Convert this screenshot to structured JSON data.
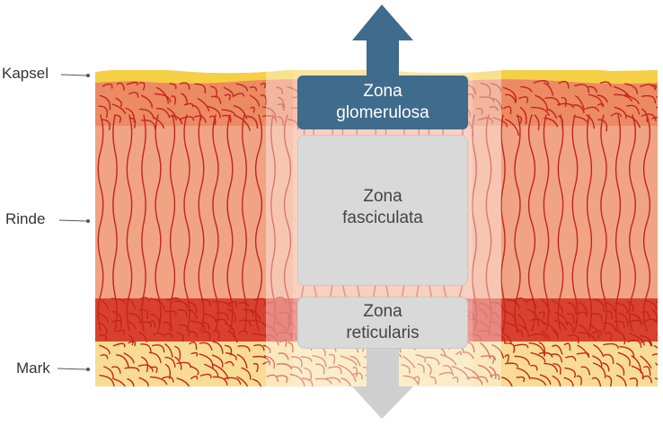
{
  "labels": {
    "capsule": "Kapsel",
    "cortex": "Rinde",
    "medulla": "Mark"
  },
  "zones": {
    "glomerulosa": {
      "line1": "Zona",
      "line2": "glomerulosa"
    },
    "fasciculata": {
      "line1": "Zona",
      "line2": "fasciculata"
    },
    "reticularis": {
      "line1": "Zona",
      "line2": "reticularis"
    }
  },
  "colors": {
    "capsule": "#f5cf45",
    "glomerulosa_layer": "#eb8a63",
    "fasciculata_layer": "#f0a483",
    "reticularis_layer": "#d8412f",
    "medulla_layer": "#f8dc94",
    "vessel_lines": "#c4241c",
    "glomerulosa_box": "#3f6b8c",
    "neutral_box": "#d9d9d9",
    "up_arrow": "#3f6b8c",
    "down_arrow": "#cfcfcf"
  }
}
